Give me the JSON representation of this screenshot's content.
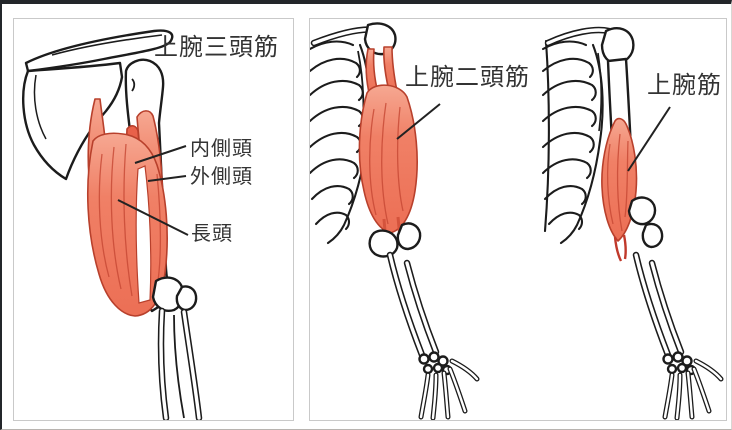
{
  "diagram": {
    "left_panel": {
      "title": "上腕三頭筋",
      "labels": {
        "medial": "内側頭",
        "lateral": "外側頭",
        "long": "長頭"
      }
    },
    "right_panel": {
      "biceps_title": "上腕二頭筋",
      "brachialis_title": "上腕筋"
    },
    "colors": {
      "muscle_fill": "#ef7a5f",
      "muscle_fill_light": "#f6a892",
      "muscle_outline": "#b8402c",
      "bone_line": "#1c1c1c",
      "panel_border": "#c9c9c9",
      "label_text": "#333333",
      "frame_top_left": "#23262a",
      "background": "#ffffff"
    }
  }
}
